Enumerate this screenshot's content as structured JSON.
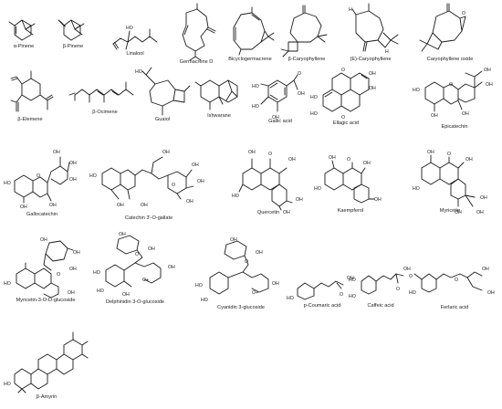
{
  "compounds": [
    {
      "name": "α-Pinene"
    },
    {
      "name": "β-Pinene"
    },
    {
      "name": "Linalool"
    },
    {
      "name": "Germacrene D"
    },
    {
      "name": "Bicyclogermacrene"
    },
    {
      "name": "β-Caryophyllene"
    },
    {
      "name": "(E)-Caryophyllene"
    },
    {
      "name": "Caryophyllene oxide"
    },
    {
      "name": "β-Elemene"
    },
    {
      "name": "β-Ocimene"
    },
    {
      "name": "Guaiol"
    },
    {
      "name": "Ishwarane"
    },
    {
      "name": "Gallic acid"
    },
    {
      "name": "Ellagic acid"
    },
    {
      "name": "Epicatechin"
    },
    {
      "name": "Gallocatechin"
    },
    {
      "name": "Catechin 3'-O-gallate"
    },
    {
      "name": "Quercetin"
    },
    {
      "name": "Kaempferol"
    },
    {
      "name": "Myricetin"
    },
    {
      "name": "Myricetin-3-O-D-glucoside"
    },
    {
      "name": "Delphinidin 3-O-glucoside"
    },
    {
      "name": "Cyanidin 3-glucoside"
    },
    {
      "name": "p-Coumaric acid"
    },
    {
      "name": "Caffeic acid"
    },
    {
      "name": "Ferlaric acid"
    },
    {
      "name": "β-Amyrin"
    }
  ],
  "atom_labels": {
    "oh": "OH",
    "ho": "HO",
    "o": "O",
    "h": "H",
    "o_plus": "O+",
    "och3": "O"
  }
}
